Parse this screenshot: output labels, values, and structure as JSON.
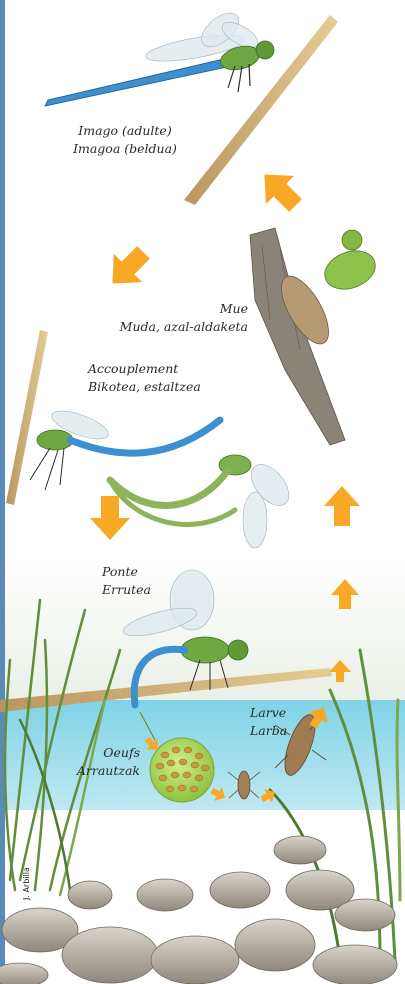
{
  "stages": {
    "imago": {
      "line1": "Imago (adulte)",
      "line2": "Imagoa (beldua)"
    },
    "mue": {
      "line1": "Mue",
      "line2": "Muda, azal-aldaketa"
    },
    "accouplement": {
      "line1": "Accouplement",
      "line2": "Bikotea, estaltzea"
    },
    "ponte": {
      "line1": "Ponte",
      "line2": "Errutea"
    },
    "larve": {
      "line1": "Larve",
      "line2": "Larba"
    },
    "oeufs": {
      "line1": "Oeufs",
      "line2": "Arrautzak"
    }
  },
  "credit": "J. Arbilla",
  "colors": {
    "arrow": "#f9a825",
    "border": "#5a8bb8",
    "water": "#6fc8dc",
    "dragonfly_blue": "#3d8fd0",
    "dragonfly_green": "#6fa843",
    "egg_cluster": "#a3cf4d"
  },
  "icons": [
    "arrow-down-left-icon",
    "arrow-down-icon",
    "arrow-up-icon",
    "arrow-up-right-icon",
    "arrow-right-icon"
  ]
}
